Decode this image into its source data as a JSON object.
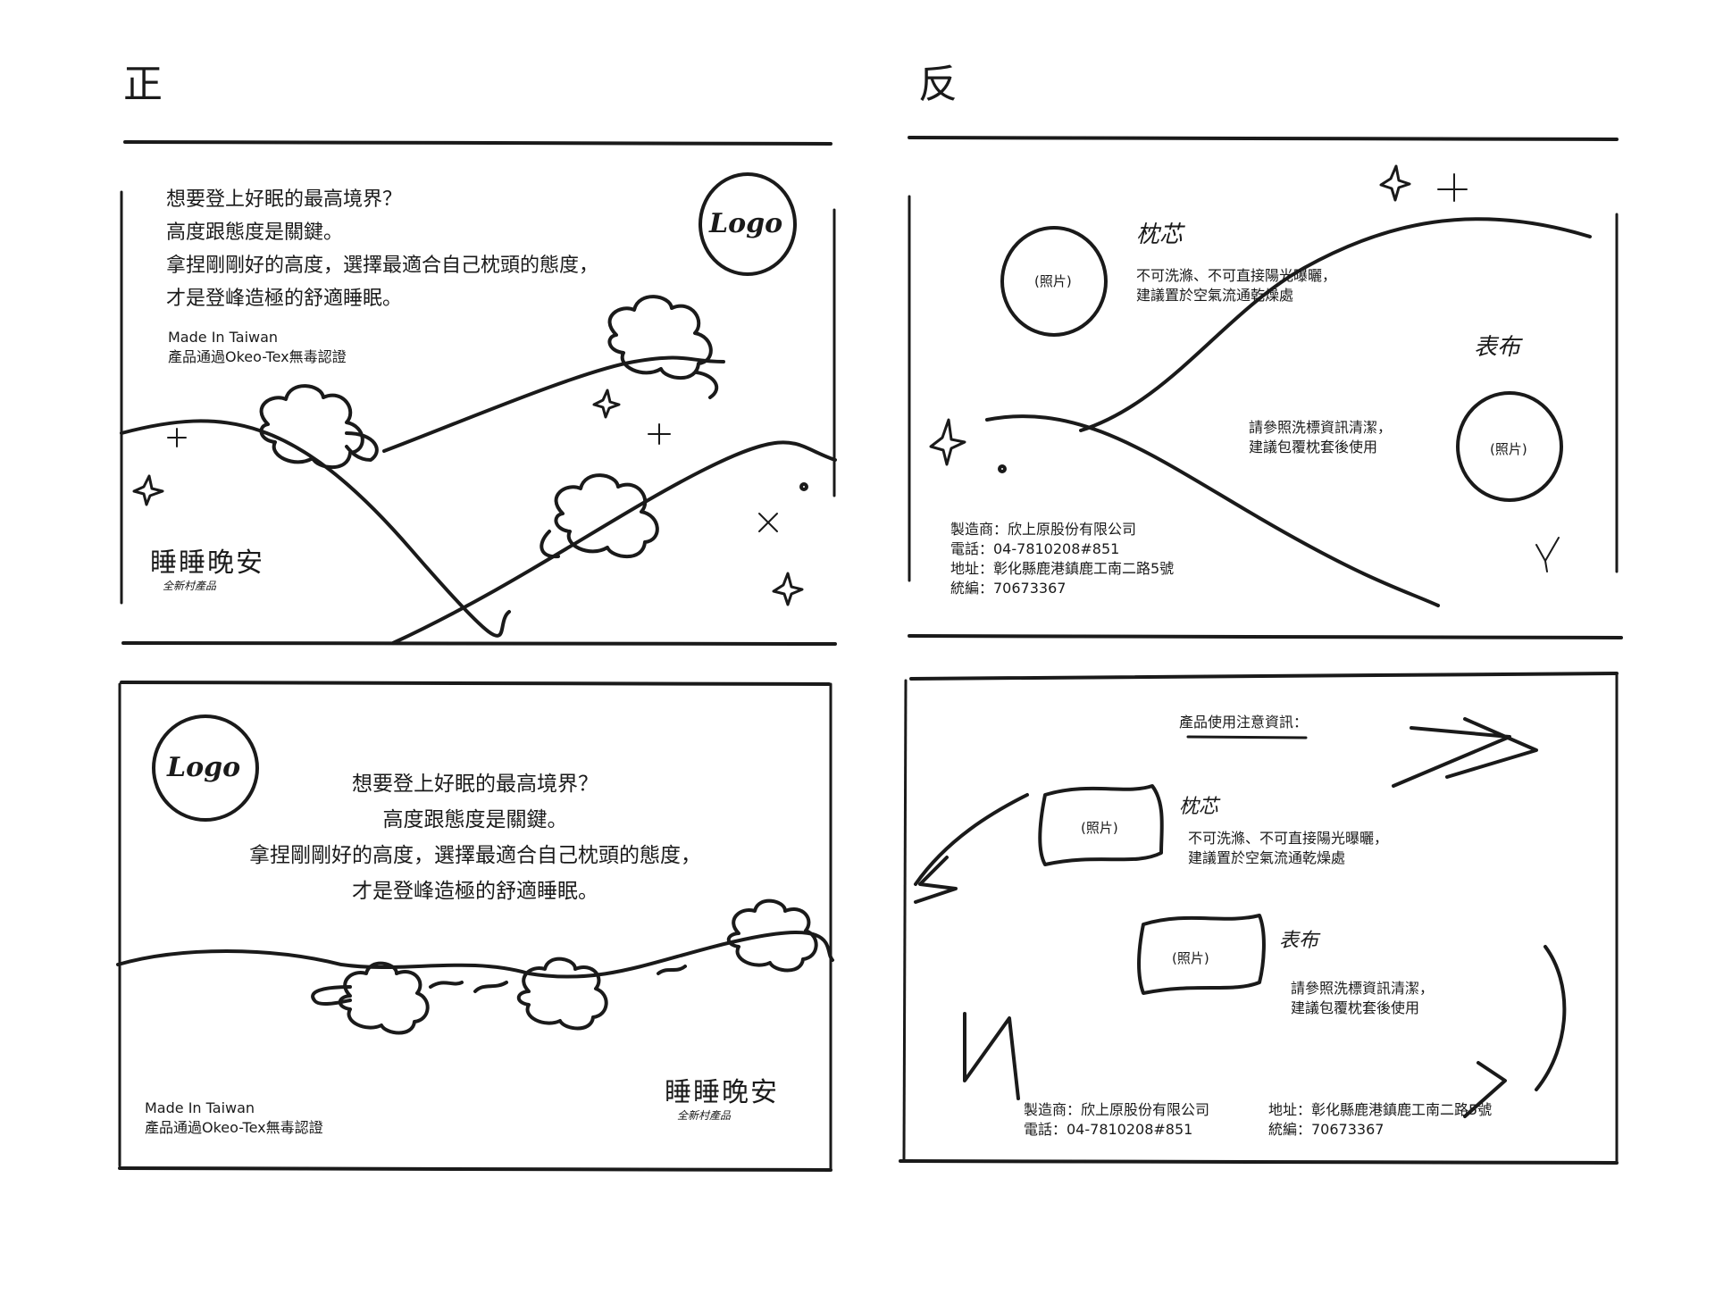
{
  "headings": {
    "front": "正",
    "back": "反"
  },
  "logo": {
    "text": "Logo"
  },
  "slogan": {
    "line1": "想要登上好眠的最高境界？",
    "line2": "高度跟態度是關鍵。",
    "line3": "拿捏剛剛好的高度，選擇最適合自己枕頭的態度，",
    "line4": "才是登峰造極的舒適睡眠。"
  },
  "origin": {
    "made_in": "Made In Taiwan",
    "certification": "產品通過Okeo-Tex無毒認證"
  },
  "brand": {
    "name": "睡睡晚安",
    "sub1": "全新村產品",
    "sub2": "(handwritten)"
  },
  "care": {
    "pillow_label": "枕芯",
    "pillow_line1": "不可洗滌、不可直接陽光曝曬，",
    "pillow_line2": "建議置於空氣流通乾燥處",
    "cover_label": "表布",
    "cover_line1": "請參照洗標資訊清潔，",
    "cover_line2": "建議包覆枕套後使用",
    "photo": "(照片)",
    "notice_title": "產品使用注意資訊："
  },
  "maker": {
    "manufacturer": "製造商：欣上原股份有限公司",
    "phone": "電話：04-7810208#851",
    "address": "地址：彰化縣鹿港鎮鹿工南二路5號",
    "tax_id": "統編：70673367"
  },
  "colors": {
    "ink": "#1a1a1a",
    "paper": "#ffffff"
  }
}
